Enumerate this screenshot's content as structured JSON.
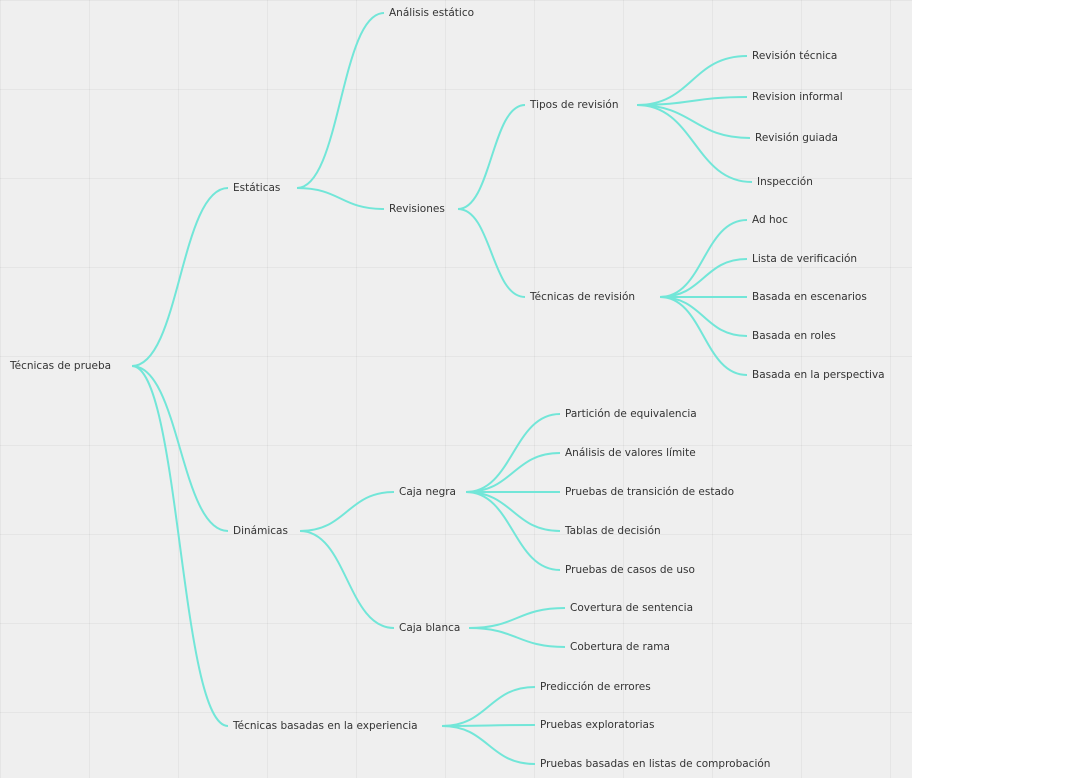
{
  "colors": {
    "edge": "#72e6d8",
    "background": "#efefef",
    "text": "#333333"
  },
  "mindmap": {
    "root": "Técnicas de prueba",
    "estaticas": {
      "label": "Estáticas",
      "analisis": "Análisis estático",
      "revisiones": {
        "label": "Revisiones",
        "tipos": {
          "label": "Tipos de revisión",
          "items": [
            "Revisión técnica",
            "Revision informal",
            "Revisión guiada",
            "Inspección"
          ]
        },
        "tecnicas": {
          "label": "Técnicas de revisión",
          "items": [
            "Ad hoc",
            "Lista de verificación",
            "Basada en escenarios",
            "Basada en roles",
            "Basada en la perspectiva"
          ]
        }
      }
    },
    "dinamicas": {
      "label": "Dinámicas",
      "caja_negra": {
        "label": "Caja negra",
        "items": [
          "Partición de equivalencia",
          "Análisis de valores límite",
          "Pruebas de transición de estado",
          "Tablas de decisión",
          "Pruebas de casos de uso"
        ]
      },
      "caja_blanca": {
        "label": "Caja blanca",
        "items": [
          "Covertura de sentencia",
          "Cobertura de rama"
        ]
      }
    },
    "experiencia": {
      "label": "Técnicas basadas en la experiencia",
      "items": [
        "Predicción de errores",
        "Pruebas exploratorias",
        "Pruebas basadas en listas de comprobación"
      ]
    }
  }
}
